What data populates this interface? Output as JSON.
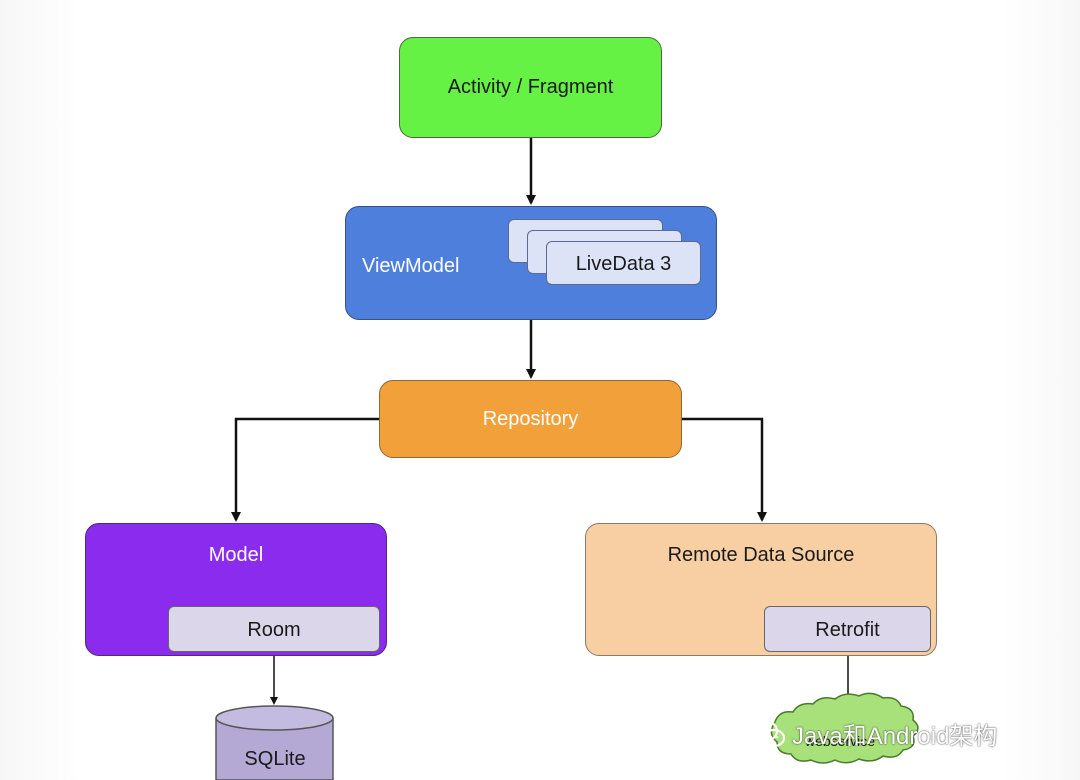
{
  "diagram": {
    "activity_label": "Activity / Fragment",
    "viewmodel_label": "ViewModel",
    "livedata_label": "LiveData 3",
    "repository_label": "Repository",
    "model_label": "Model",
    "room_label": "Room",
    "sqlite_label": "SQLite",
    "remote_label": "Remote Data Source",
    "retrofit_label": "Retrofit",
    "webservice_label": "webservice"
  },
  "watermark": {
    "text": "Java和Android架构",
    "icon": "wechat-icon"
  },
  "colors": {
    "activity": "#66f244",
    "viewmodel": "#4f7fdc",
    "repository": "#f2a03a",
    "model": "#8a2bee",
    "remote": "#f7cfa3",
    "inner": "#dcd6ea",
    "database": "#b3a9d4",
    "cloud": "#a8e07a"
  }
}
